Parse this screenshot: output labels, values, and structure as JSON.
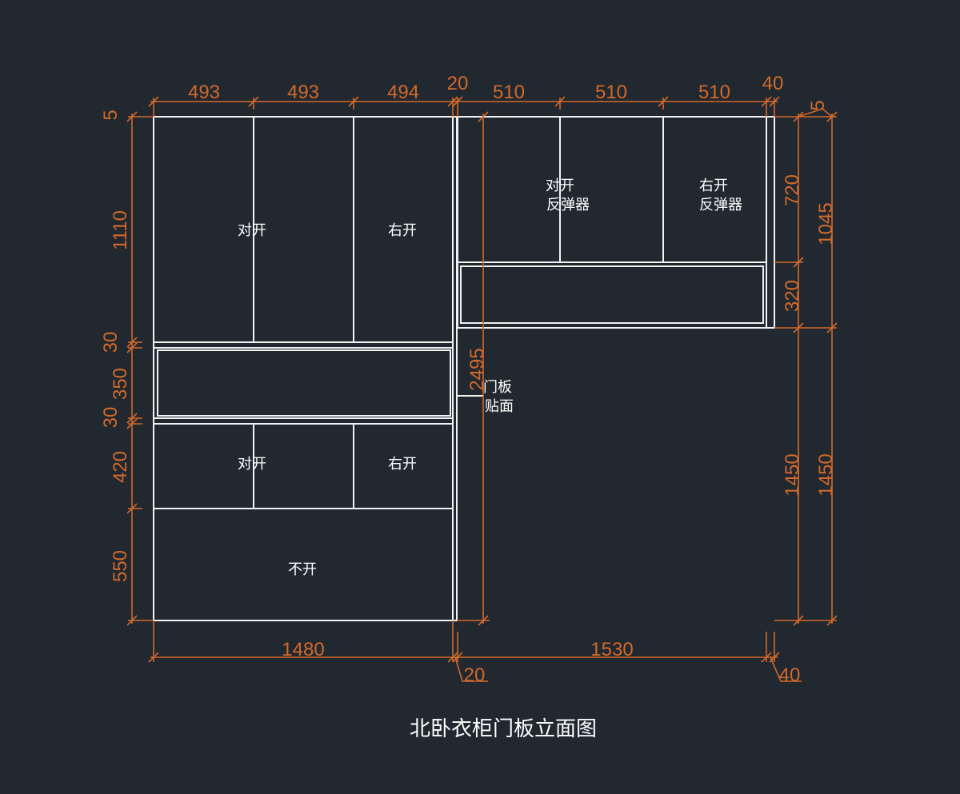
{
  "title": "北卧衣柜门板立面图",
  "colors": {
    "background": "#212830",
    "dimension": "#d2692a",
    "outline": "#f2f2f2",
    "label": "#ffffff"
  },
  "panel_labels": {
    "left_top_double": "对开",
    "left_top_right": "右开",
    "left_mid_double": "对开",
    "left_mid_right": "右开",
    "left_bottom_fixed": "不开",
    "right_top_double_l1": "对开",
    "right_top_double_l2": "反弹器",
    "right_top_right_l1": "右开",
    "right_top_right_l2": "反弹器",
    "side_panel_l1": "门板",
    "side_panel_l2": "贴面"
  },
  "dimensions": {
    "top_left": [
      "493",
      "493",
      "494"
    ],
    "top_gap": "20",
    "top_right": [
      "510",
      "510",
      "510"
    ],
    "top_right_gap": "40",
    "left_heights": [
      "5",
      "1110",
      "30",
      "350",
      "30",
      "420",
      "550"
    ],
    "mid_height": "2495",
    "right_heights_inner": [
      "5",
      "720",
      "320",
      "1450"
    ],
    "right_heights_outer": [
      "1045",
      "1450"
    ],
    "bottom_left": "1480",
    "bottom_left_gap": "20",
    "bottom_right": "1530",
    "bottom_right_gap": "40"
  }
}
